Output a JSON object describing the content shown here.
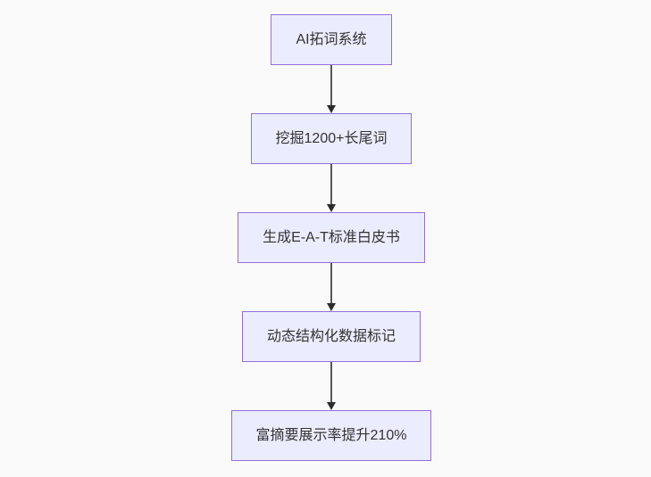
{
  "diagram": {
    "type": "flowchart",
    "direction": "top-down",
    "nodes": [
      {
        "id": "node-1",
        "label": "AI拓词系统"
      },
      {
        "id": "node-2",
        "label": "挖掘1200+长尾词"
      },
      {
        "id": "node-3",
        "label": "生成E-A-T标准白皮书"
      },
      {
        "id": "node-4",
        "label": "动态结构化数据标记"
      },
      {
        "id": "node-5",
        "label": "富摘要展示率提升210%"
      }
    ],
    "edges": [
      {
        "from": "node-1",
        "to": "node-2",
        "label": ""
      },
      {
        "from": "node-2",
        "to": "node-3",
        "label": ""
      },
      {
        "from": "node-3",
        "to": "node-4",
        "label": ""
      },
      {
        "from": "node-4",
        "to": "node-5",
        "label": ""
      }
    ],
    "colors": {
      "node_fill": "#ececff",
      "node_border": "#9370db",
      "node_text": "#333333",
      "edge_line": "#565656",
      "edge_arrowhead": "#2b2b2b",
      "background": "#fafafa"
    }
  }
}
